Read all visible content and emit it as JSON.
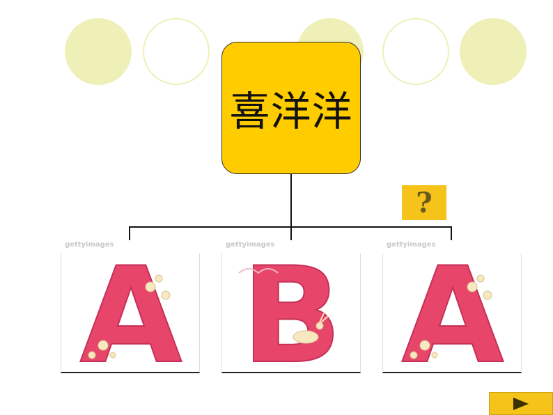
{
  "diagram": {
    "title": "喜洋洋",
    "question_mark": "?",
    "pattern": [
      "A",
      "B",
      "A"
    ],
    "watermark": "gettyimages"
  },
  "navigation": {
    "next_icon": "play-triangle-icon"
  },
  "colors": {
    "title_fill": "#ffcc00",
    "badge_fill": "#f6c31b",
    "letter_pink": "#e8456a",
    "decor_circle": "#eef0b8"
  }
}
